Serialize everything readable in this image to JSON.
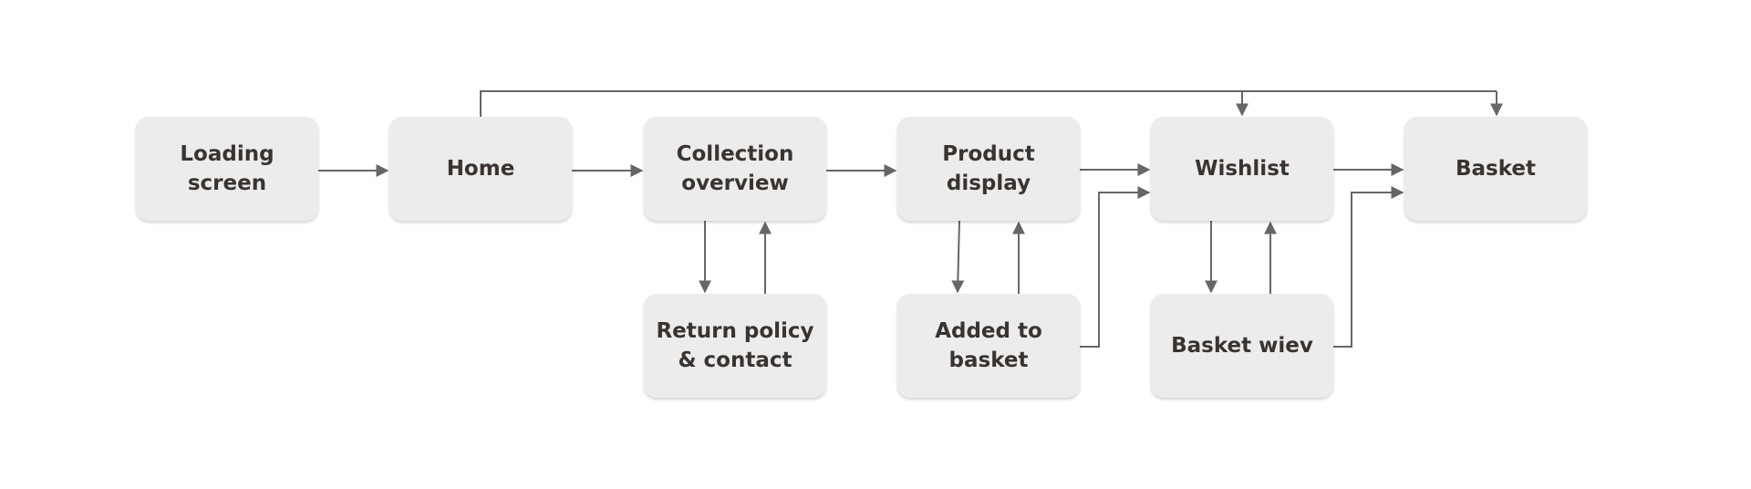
{
  "diagram": {
    "colors": {
      "node_fill": "#ececec",
      "node_text": "#3a3430",
      "connector": "#666666"
    },
    "nodes": {
      "loading": "Loading\nscreen",
      "home": "Home",
      "collection": "Collection\noverview",
      "product": "Product\ndisplay",
      "wishlist": "Wishlist",
      "basket": "Basket",
      "return_policy": "Return policy\n& contact",
      "added": "Added to\nbasket",
      "basket_view": "Basket wiev"
    },
    "edges": [
      {
        "from": "Loading screen",
        "to": "Home"
      },
      {
        "from": "Home",
        "to": "Collection overview"
      },
      {
        "from": "Collection overview",
        "to": "Product display"
      },
      {
        "from": "Product display",
        "to": "Wishlist"
      },
      {
        "from": "Wishlist",
        "to": "Basket"
      },
      {
        "from": "Home",
        "to": "Wishlist"
      },
      {
        "from": "Home",
        "to": "Basket"
      },
      {
        "from": "Collection overview",
        "to": "Return policy & contact"
      },
      {
        "from": "Return policy & contact",
        "to": "Collection overview"
      },
      {
        "from": "Product display",
        "to": "Added to basket"
      },
      {
        "from": "Added to basket",
        "to": "Product display"
      },
      {
        "from": "Added to basket",
        "to": "Wishlist"
      },
      {
        "from": "Wishlist",
        "to": "Basket wiev"
      },
      {
        "from": "Basket wiev",
        "to": "Wishlist"
      },
      {
        "from": "Basket wiev",
        "to": "Basket"
      }
    ]
  }
}
